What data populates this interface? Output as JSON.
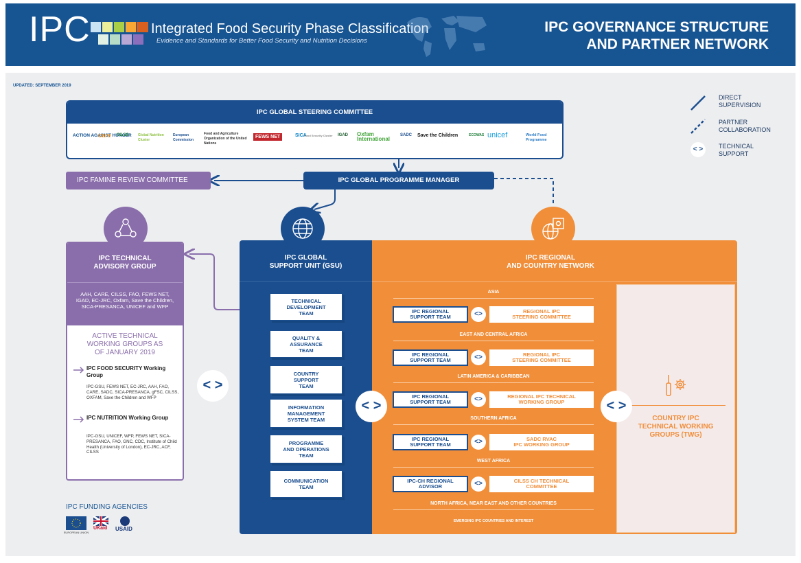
{
  "header": {
    "logo": "IPC",
    "title": "Integrated Food Security Phase Classification",
    "subtitle": "Evidence and Standards for Better Food Security and Nutrition Decisions",
    "right_title_line1": "IPC GOVERNANCE STRUCTURE",
    "right_title_line2": "AND PARTNER NETWORK",
    "logo_colors": [
      "#c9e3f4",
      "#eaf09a",
      "#a8cf45",
      "#f7a835",
      "#d9601f",
      "#b5261e",
      "#6b1f1f",
      "#e1f2e4",
      "#b6dcc8",
      "#b9a7d6",
      "#8b6fbd"
    ]
  },
  "updated": "UPDATED: SEPTEMBER 2019",
  "legend": {
    "direct": "DIRECT\nSUPERVISION",
    "partner": "PARTNER\nCOLLABORATION",
    "technical": "TECHNICAL\nSUPPORT"
  },
  "steering": {
    "title": "IPC GLOBAL  STEERING COMMITTEE",
    "partners": [
      "ACTION AGAINST HUNGER",
      "care",
      "CILSS",
      "Global Nutrition Cluster",
      "European Commission",
      "Food and Agriculture Organization of the United Nations",
      "FEWS NET",
      "SICA",
      "Food Security Cluster",
      "IGAD",
      "Oxfam International",
      "SADC",
      "Save the Children",
      "ECOWAS",
      "unicef",
      "World Food Programme"
    ]
  },
  "programme_manager": "IPC GLOBAL PROGRAMME MANAGER",
  "famine_review": "IPC FAMINE REVIEW COMMITTEE",
  "tag": {
    "title_line1": "IPC TECHNICAL",
    "title_line2": "ADVISORY GROUP",
    "members": "AAH, CARE, CILSS, FAO, FEWS NET, IGAD, EC-JRC, Oxfam, Save the Children, SICA-PRESANCA, UNICEF and WFP",
    "active_line1": "ACTIVE TECHNICAL",
    "active_line2": "WORKING GROUPS AS",
    "active_line3": "OF JANUARY 2019",
    "food_title": "IPC FOOD SECURITY Working Group",
    "food_members": "IPC-GSU, FEWS NET, EC-JRC, AAH, FAO, CARE, SADC, SICA-PRESANCA, gFSC, CILSS, OXFAM, Save the Children and WFP",
    "nutrition_title": "IPC NUTRITION Working Group",
    "nutrition_members": "IPC-GSU, UNICEF, WFP, FEWS NET, SICA-PRESANCA, FAO, GNC, CDC, Institute of Child Health (University of London), EC-JRC, ACF, CILSS"
  },
  "gsu": {
    "title_line1": "IPC GLOBAL",
    "title_line2": "SUPPORT UNIT (GSU)",
    "teams": [
      "TECHNICAL\nDEVELOPMENT\nTEAM",
      "QUALITY &\nASSURANCE\nTEAM",
      "COUNTRY\nSUPPORT\nTEAM",
      "INFORMATION\nMANAGEMENT\nSYSTEM TEAM",
      "PROGRAMME\nAND OPERATIONS\nTEAM",
      "COMMUNICATION\nTEAM"
    ]
  },
  "regional": {
    "title_line1": "IPC REGIONAL",
    "title_line2": "AND COUNTRY NETWORK",
    "regions": [
      {
        "name": "ASIA",
        "left": "IPC REGIONAL\nSUPPORT TEAM",
        "right": "REGIONAL IPC\nSTEERING COMMITTEE"
      },
      {
        "name": "EAST AND CENTRAL AFRICA",
        "left": "IPC REGIONAL\nSUPPORT TEAM",
        "right": "REGIONAL IPC\nSTEERING COMMITTEE"
      },
      {
        "name": "LATIN AMERICA & CARIBBEAN",
        "left": "IPC REGIONAL\nSUPPORT TEAM",
        "right": "REGIONAL IPC TECHNICAL\nWORKING GROUP"
      },
      {
        "name": "SOUTHERN AFRICA",
        "left": "IPC REGIONAL\nSUPPORT TEAM",
        "right": "SADC RVAC\nIPC WORKING GROUP"
      },
      {
        "name": "WEST AFRICA",
        "left": "IPC-CH REGIONAL\nADVISOR",
        "right": "CILSS CH TECHNICAL\nCOMMITTEE"
      }
    ],
    "last_region": "NORTH AFRICA, NEAR EAST  AND OTHER COUNTRIES",
    "emerging": "EMERGING IPC COUNTRIES AND INTEREST"
  },
  "twg": {
    "title": "COUNTRY IPC\nTECHNICAL WORKING\nGROUPS (TWG)"
  },
  "funding": {
    "title": "IPC FUNDING AGENCIES",
    "agencies": [
      "EUROPEAN UNION",
      "UKaid",
      "USAID"
    ]
  },
  "colors": {
    "blue": "#1b4e8f",
    "orange": "#f08e3a",
    "purple": "#8a6eab",
    "header": "#175492"
  }
}
